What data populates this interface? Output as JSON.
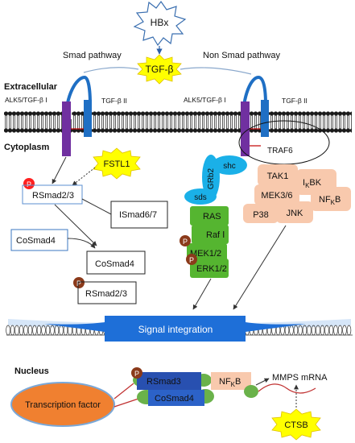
{
  "colors": {
    "membrane_dark": "#1a1a1a",
    "receptor_purple": "#7030a0",
    "receptor_blue": "#1f6fc4",
    "burst_yellow": "#ffff00",
    "shc_blue": "#1ab0e8",
    "ras_green": "#55b530",
    "tak_peach": "#f8c9ad",
    "phospho_red": "#ff2020",
    "phospho_brown": "#8b3a1a",
    "tf_orange": "#f08030",
    "signal_blue": "#1e6fd8",
    "rsmad3_blue": "#2850b0",
    "cosmad4_blue": "#2c62c8",
    "green_ellipse": "#6ab24a"
  },
  "labels": {
    "hbx": "HBx",
    "smad_pathway": "Smad pathway",
    "non_smad_pathway": "Non Smad pathway",
    "tgfb": "TGF-β",
    "extracellular": "Extracellular",
    "alk5_left": "ALK5/TGF-β I",
    "tgfb2_left": "TGF-β II",
    "alk5_right": "ALK5/TGF-β I",
    "tgfb2_right": "TGF-β II",
    "cytoplasm": "Cytoplasm",
    "traf6": "TRAF6",
    "fstl1": "FSTL1",
    "p": "P",
    "rsmad23_top": "RSmad2/3",
    "ismad67": "ISmad6/7",
    "cosmad4_box": "CoSmad4",
    "cosmad4_mid": "CoSmad4",
    "rsmad23_bottom": "RSmad2/3",
    "grb2": "GRb2",
    "shc": "shc",
    "sds": "sds",
    "ras": "RAS",
    "raf": "Raf Ⅰ",
    "mek": "MEK1/2",
    "erk": "ERK1/2",
    "tak1": "TAK1",
    "ikbk_main": "I",
    "ikbk_sub": "K",
    "ikbk_tail": "BK",
    "mek36": "MEK3/6",
    "nfkb_main": "NF",
    "nfkb_sub": "K",
    "nfkb_tail": "B",
    "p38": "P38",
    "jnk": "JNK",
    "signal_integration": "Signal integration",
    "nucleus": "Nucleus",
    "transcription_factor": "Transcription factor",
    "rsmad3": "RSmad3",
    "cosmad4_nuc": "CoSmad4",
    "mmps_mrna": "MMPS mRNA",
    "ctsb": "CTSB"
  }
}
